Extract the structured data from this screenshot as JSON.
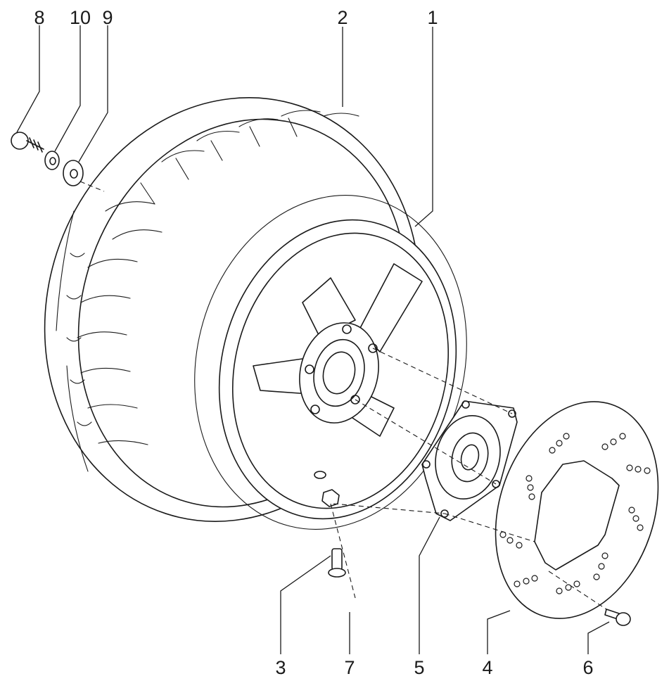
{
  "callouts": [
    {
      "id": "8",
      "label": "8"
    },
    {
      "id": "10",
      "label": "10"
    },
    {
      "id": "9",
      "label": "9"
    },
    {
      "id": "2",
      "label": "2"
    },
    {
      "id": "1",
      "label": "1"
    },
    {
      "id": "3",
      "label": "3"
    },
    {
      "id": "7",
      "label": "7"
    },
    {
      "id": "5",
      "label": "5"
    },
    {
      "id": "4",
      "label": "4"
    },
    {
      "id": "6",
      "label": "6"
    }
  ]
}
